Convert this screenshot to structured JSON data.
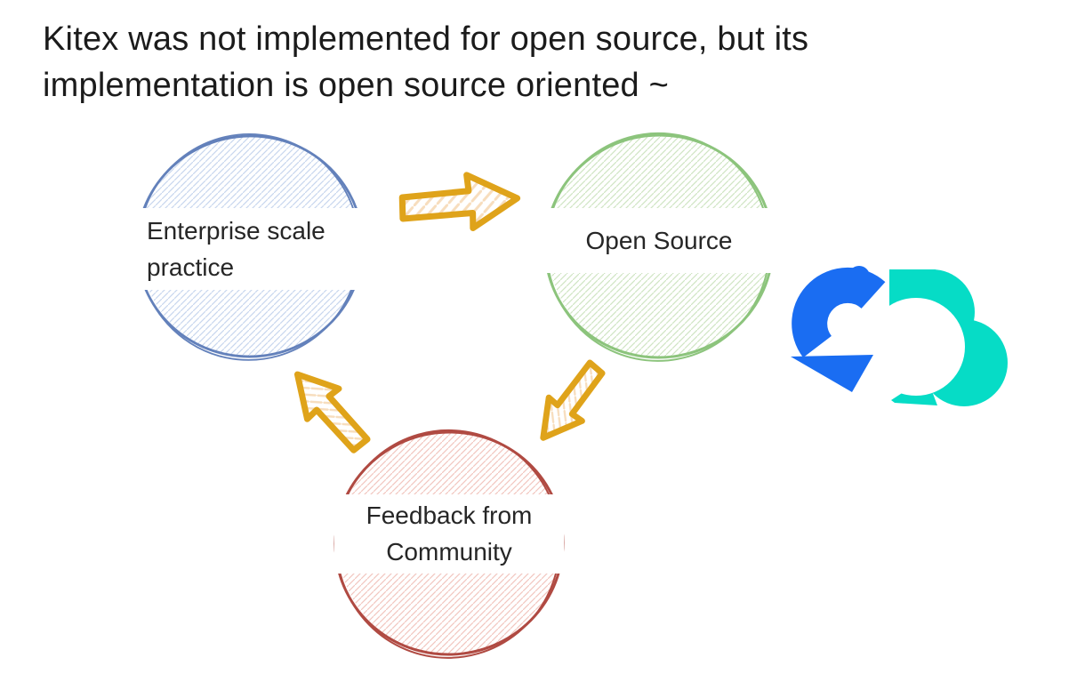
{
  "background": "#ffffff",
  "title": {
    "lines": [
      "Kitex was not implemented for open source, but its",
      "implementation is open source oriented ~"
    ],
    "color": "#1b1b1b"
  },
  "diagram": {
    "type": "cycle",
    "nodes": [
      {
        "id": "enterprise-scale-practice",
        "lines": [
          "Enterprise scale",
          "practice"
        ],
        "stroke": "#6381bb",
        "hatch": "#c8d6ee"
      },
      {
        "id": "open-source",
        "lines": [
          "Open Source"
        ],
        "stroke": "#8cc47c",
        "hatch": "#cfe5c3"
      },
      {
        "id": "feedback-from-community",
        "lines": [
          "Feedback from",
          "Community"
        ],
        "stroke": "#b04a42",
        "hatch": "#f2c6bf"
      }
    ],
    "arrows": [
      {
        "id": "arrow-practice-to-open-source",
        "from": "enterprise-scale-practice",
        "to": "open-source",
        "color": "#dfa31a"
      },
      {
        "id": "arrow-open-source-to-feedback",
        "from": "open-source",
        "to": "feedback-from-community",
        "color": "#dfa31a"
      },
      {
        "id": "arrow-feedback-to-practice",
        "from": "feedback-from-community",
        "to": "enterprise-scale-practice",
        "color": "#dfa31a"
      }
    ],
    "arrow_hatch": "#f7ddbd",
    "label_text_color": "#262626"
  },
  "logo": {
    "colors": {
      "blue": "#1a6df2",
      "teal": "#06dcc6"
    }
  }
}
